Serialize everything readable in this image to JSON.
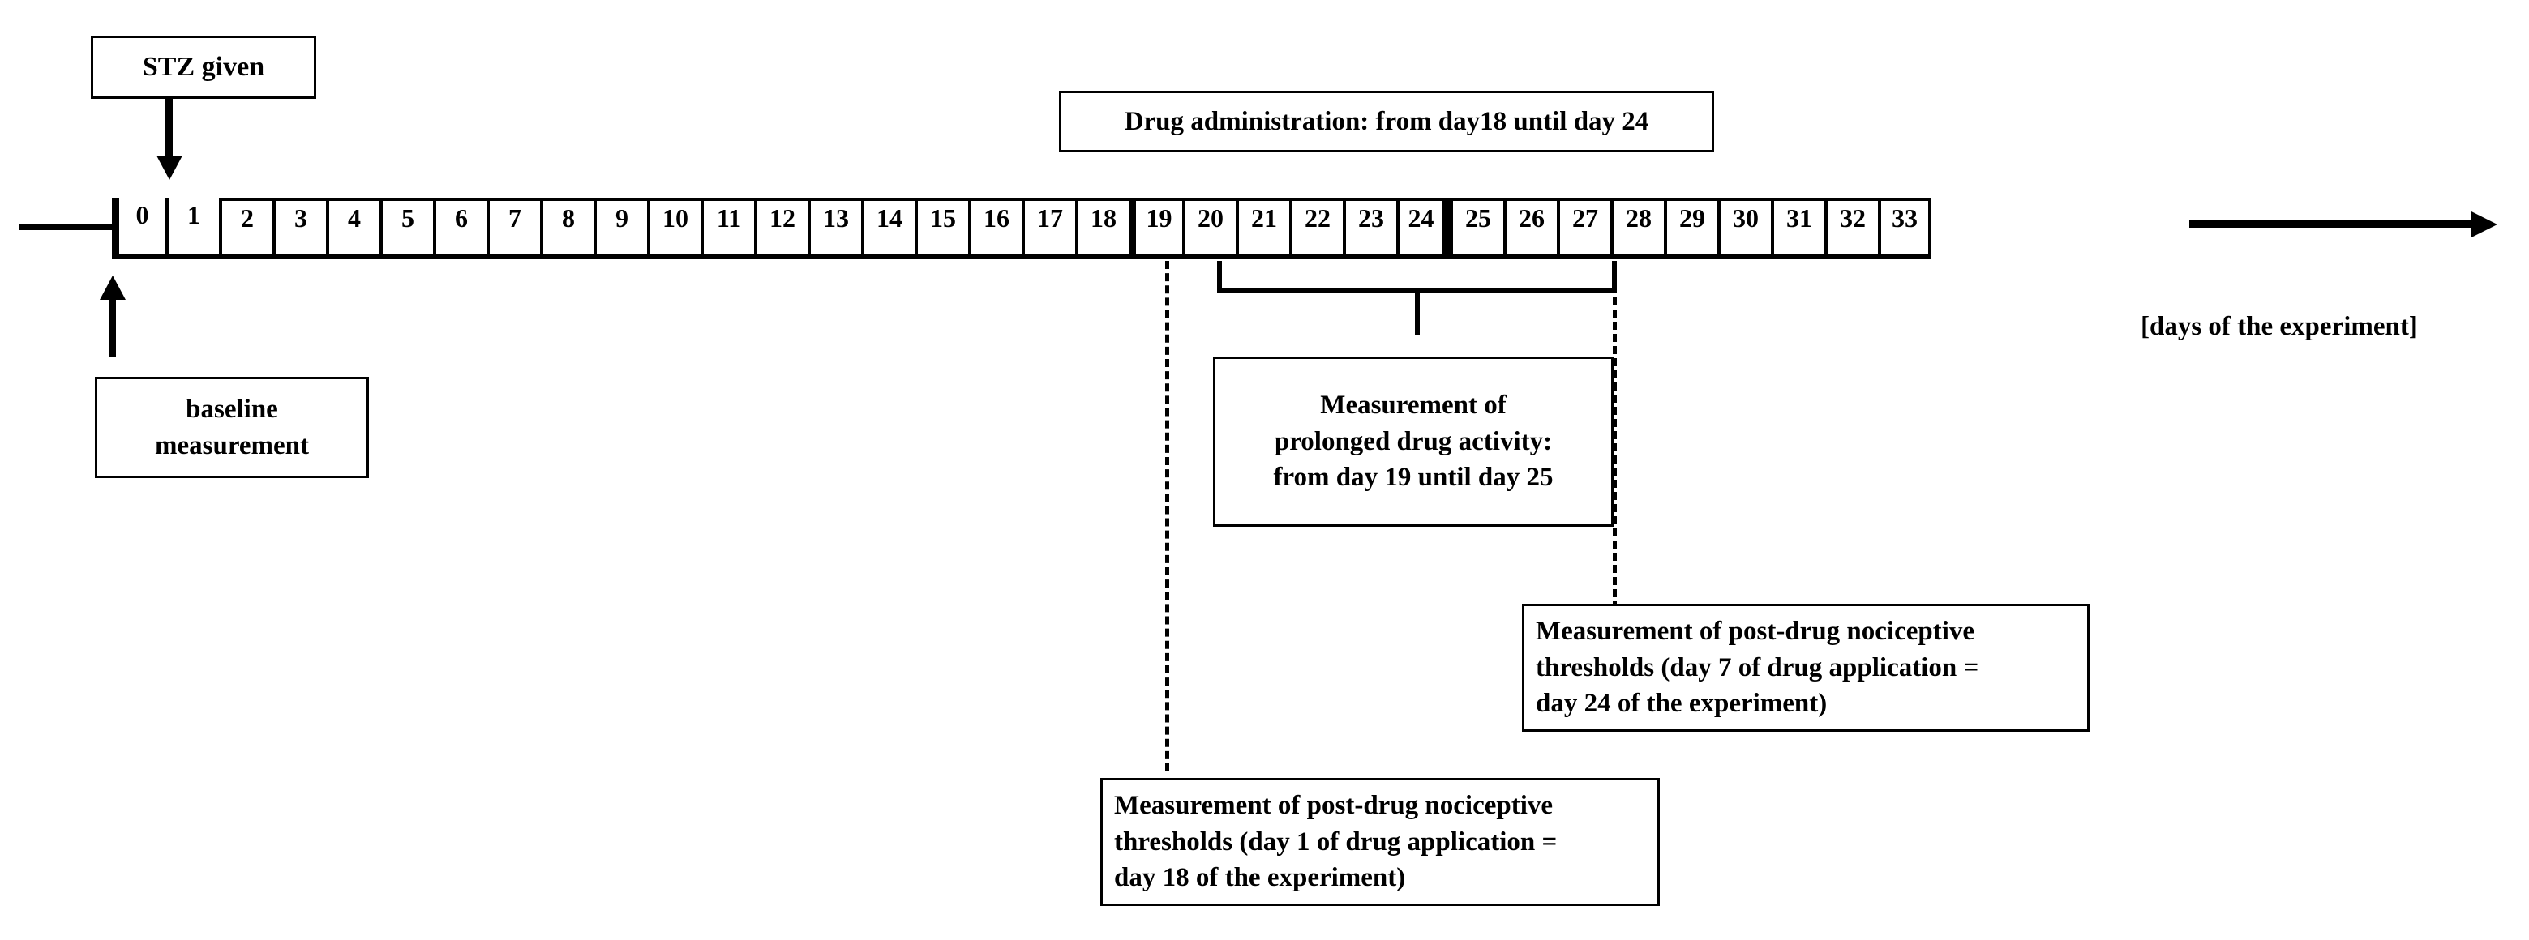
{
  "diagram": {
    "title_label": "[days of the experiment]",
    "axis_label": "[days of the experiment]"
  },
  "timeline": {
    "days": [
      "0",
      "1",
      "2",
      "3",
      "4",
      "5",
      "6",
      "7",
      "8",
      "9",
      "10",
      "11",
      "12",
      "13",
      "14",
      "15",
      "16",
      "17",
      "18",
      "19",
      "20",
      "21",
      "22",
      "23",
      "24",
      "25",
      "26",
      "27",
      "28",
      "29",
      "30",
      "31",
      "32",
      "33"
    ],
    "highlighted_range": {
      "from": "19",
      "to": "24"
    }
  },
  "annotations": {
    "stz": {
      "label": "STZ given",
      "points_to_day": "1"
    },
    "baseline": {
      "label": "baseline\nmeasurement",
      "points_to_day": "0"
    },
    "drug_admin": {
      "label": "Drug administration: from day18 until day 24"
    },
    "prolonged": {
      "label": "Measurement of\nprolonged drug activity:\nfrom day 19 until day 25"
    },
    "post_drug_day24": {
      "label": "Measurement of post-drug nociceptive\nthresholds (day 7 of drug application =\nday 24 of the experiment)"
    },
    "post_drug_day18": {
      "label": "Measurement of post-drug nociceptive\nthresholds (day 1 of drug application =\nday 18 of the experiment)"
    }
  },
  "colors": {
    "ink": "#000000",
    "background": "#ffffff"
  }
}
